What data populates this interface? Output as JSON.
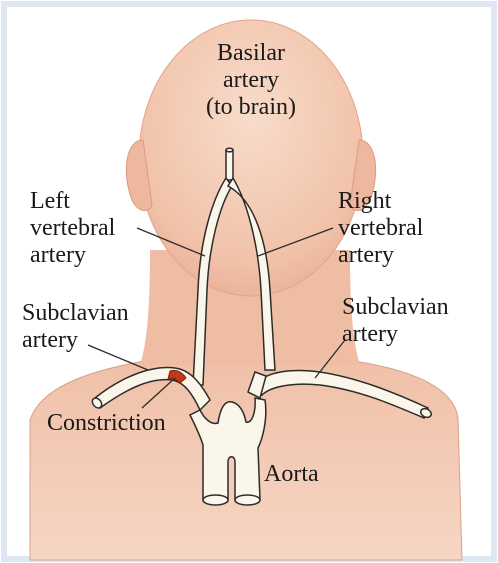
{
  "labels": {
    "basilar": [
      "Basilar",
      "artery",
      "(to brain)"
    ],
    "left_vertebral": [
      "Left",
      "vertebral",
      "artery"
    ],
    "right_vertebral": [
      "Right",
      "vertebral",
      "artery"
    ],
    "left_subclavian": [
      "Subclavian",
      "artery"
    ],
    "right_subclavian": [
      "Subclavian",
      "artery"
    ],
    "constriction": "Constriction",
    "aorta": "Aorta"
  },
  "colors": {
    "skin": "#f3c9b2",
    "skin_shadow": "#e2a68d",
    "artery_fill": "#fbf6ea",
    "artery_outline": "#2b2b2b",
    "constriction": "#c0391c",
    "frame": "#dfe7f2"
  }
}
